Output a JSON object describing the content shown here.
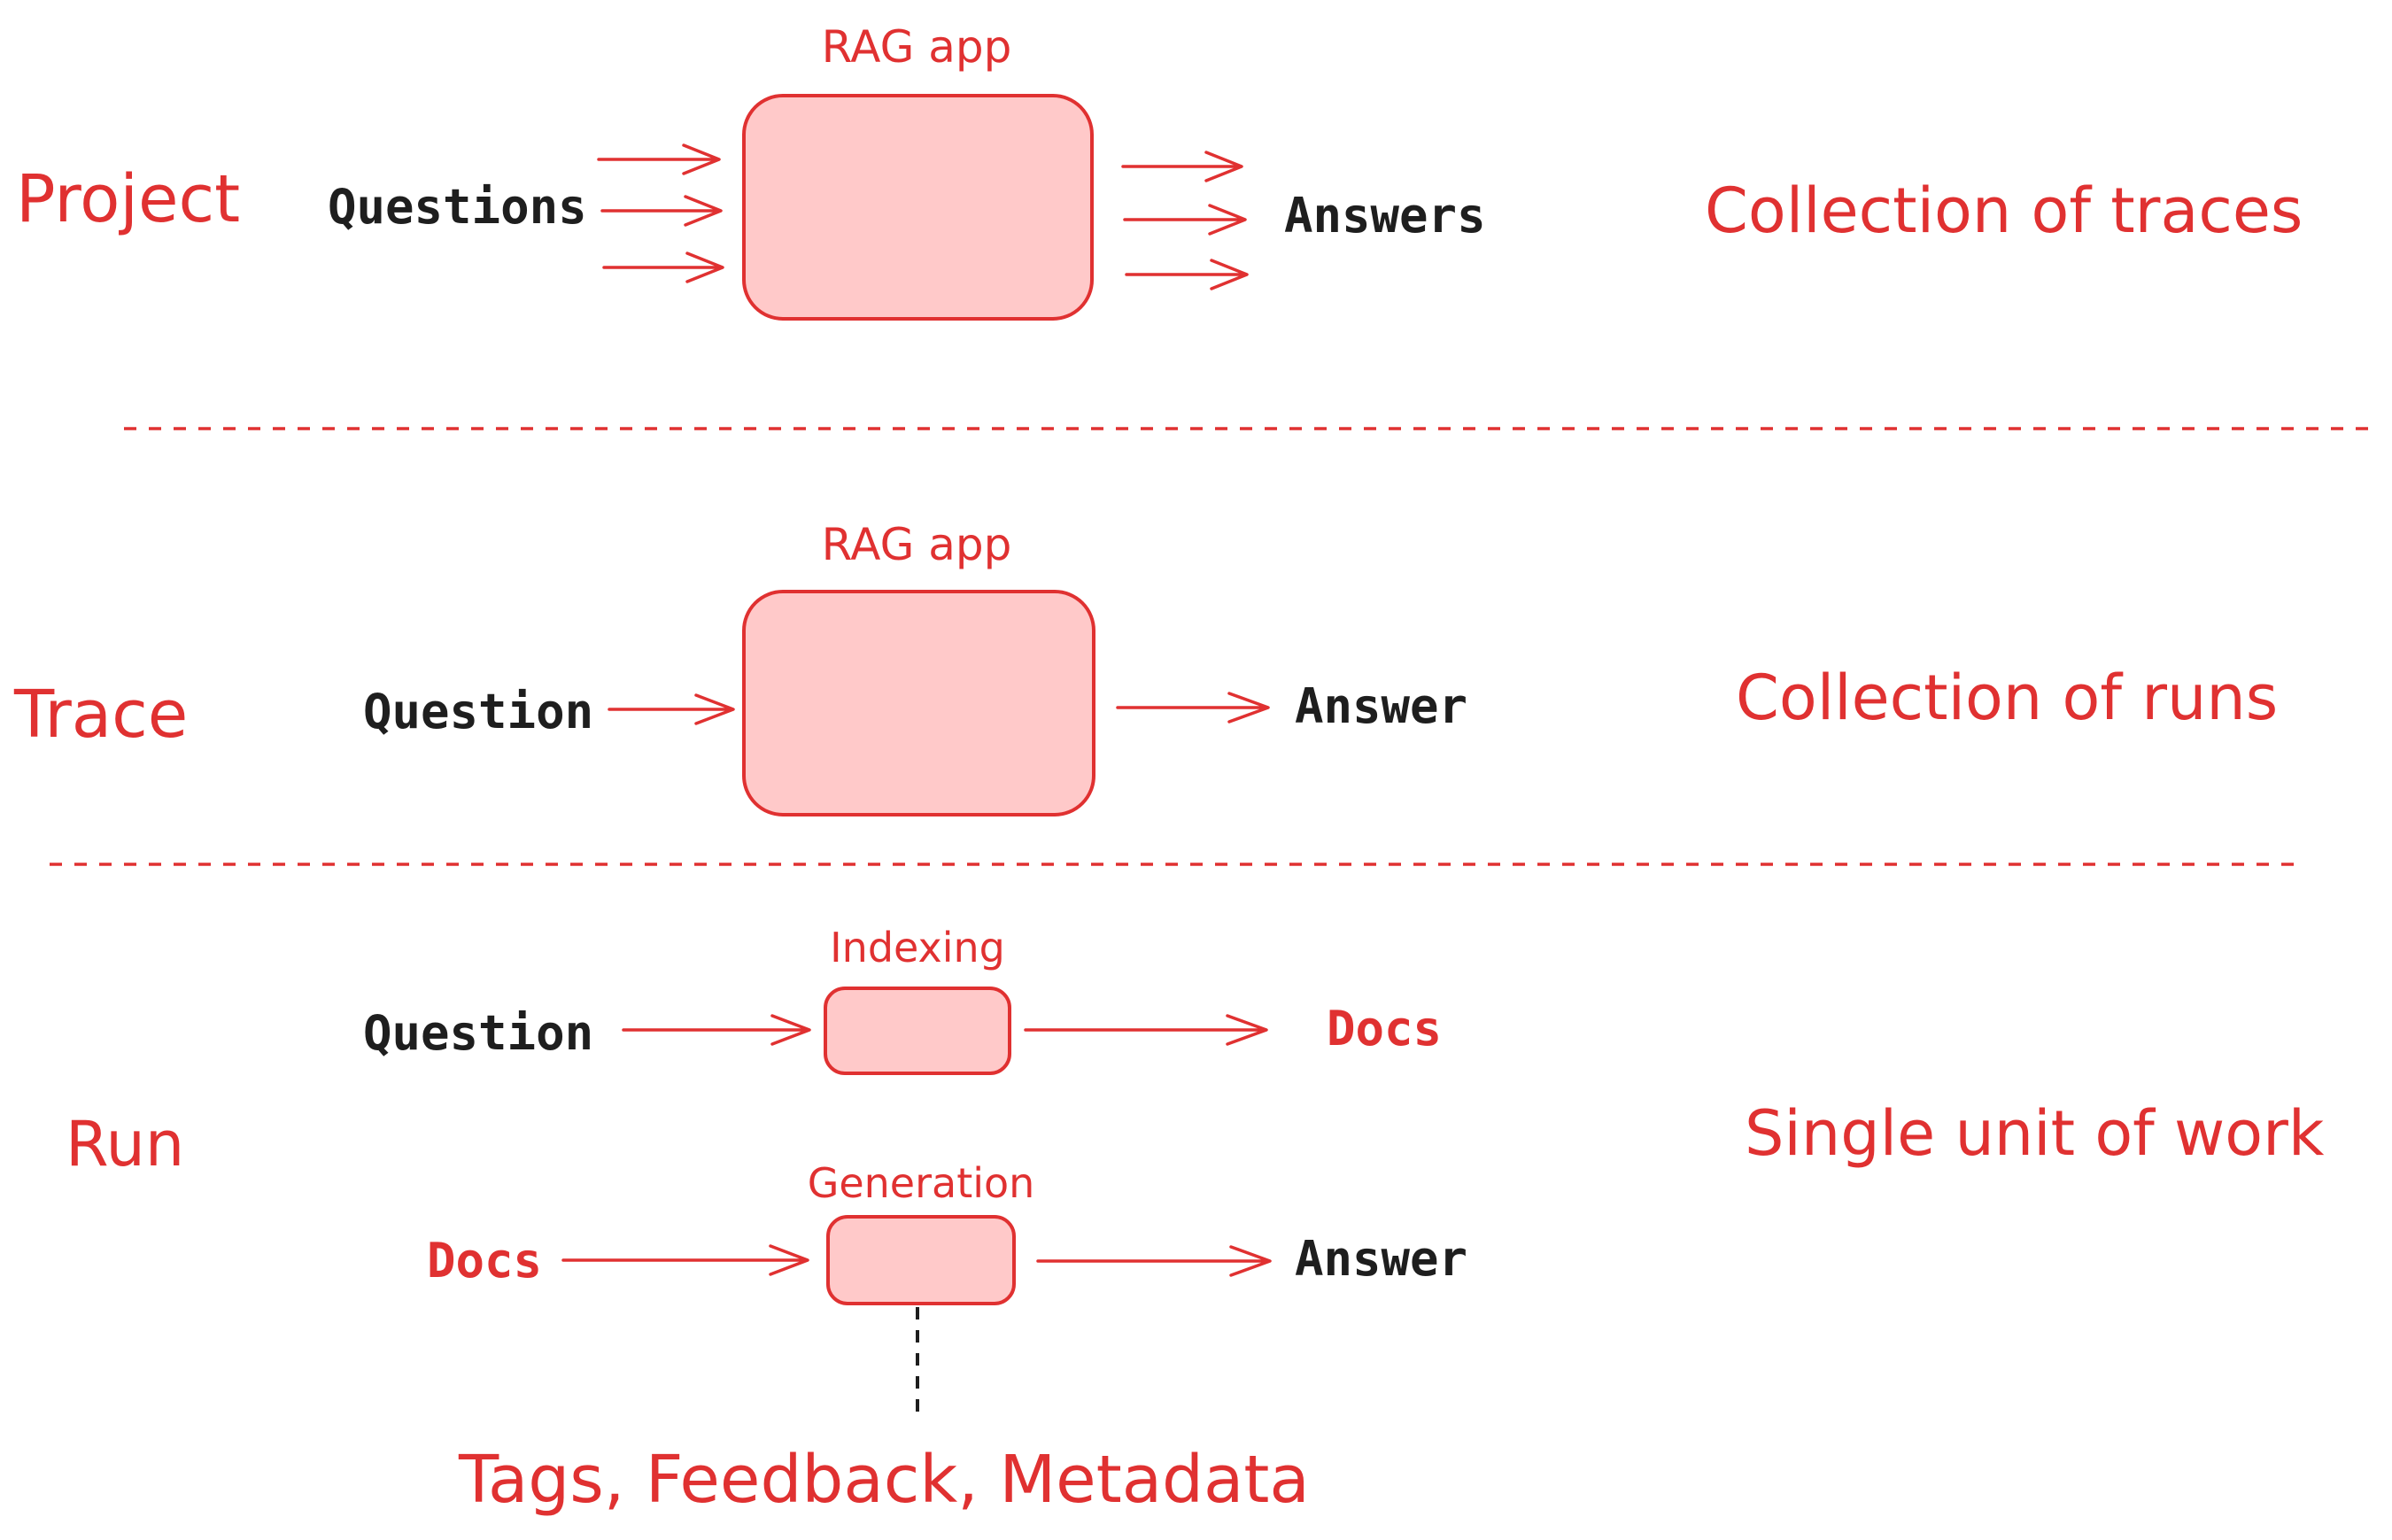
{
  "colors": {
    "accent": "#e03131",
    "box_fill": "#ffc9c9",
    "text_dark": "#1e1e1e"
  },
  "project": {
    "level_label": "Project",
    "app_title": "RAG app",
    "input_label": "Questions",
    "output_label": "Answers",
    "description": "Collection of traces"
  },
  "trace": {
    "level_label": "Trace",
    "app_title": "RAG app",
    "input_label": "Question",
    "output_label": "Answer",
    "description": "Collection of runs"
  },
  "run": {
    "level_label": "Run",
    "description": "Single unit of work",
    "indexing": {
      "title": "Indexing",
      "input_label": "Question",
      "output_label": "Docs"
    },
    "generation": {
      "title": "Generation",
      "input_label": "Docs",
      "output_label": "Answer"
    },
    "attributes_label": "Tags, Feedback, Metadata"
  }
}
